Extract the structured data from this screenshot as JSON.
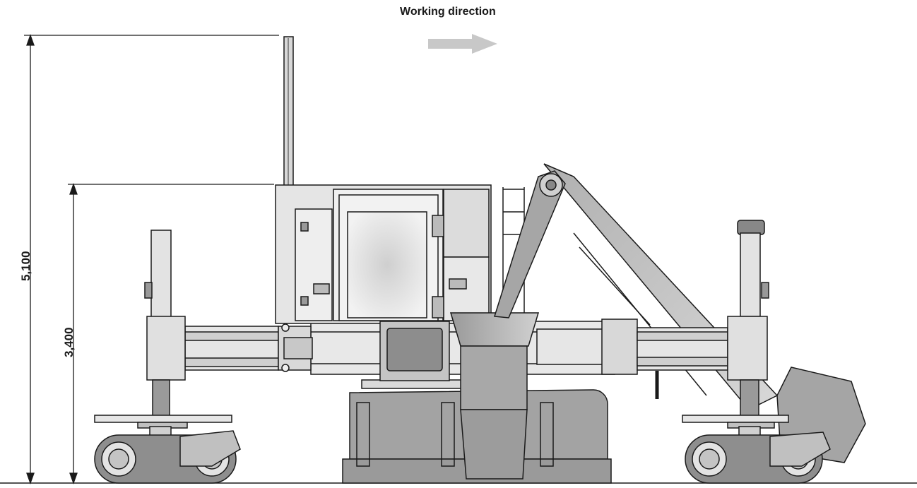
{
  "title": "Working direction",
  "dimensions": {
    "overall_height": "5,100",
    "cab_height": "3,400"
  },
  "colors": {
    "line": "#1a1a1a",
    "body_light": "#e3e3e3",
    "body_mid": "#c4c4c4",
    "body_dark": "#8f8f8f",
    "arrow": "#c8c8c8"
  },
  "icons": {
    "direction_arrow": "arrow-right-icon"
  }
}
